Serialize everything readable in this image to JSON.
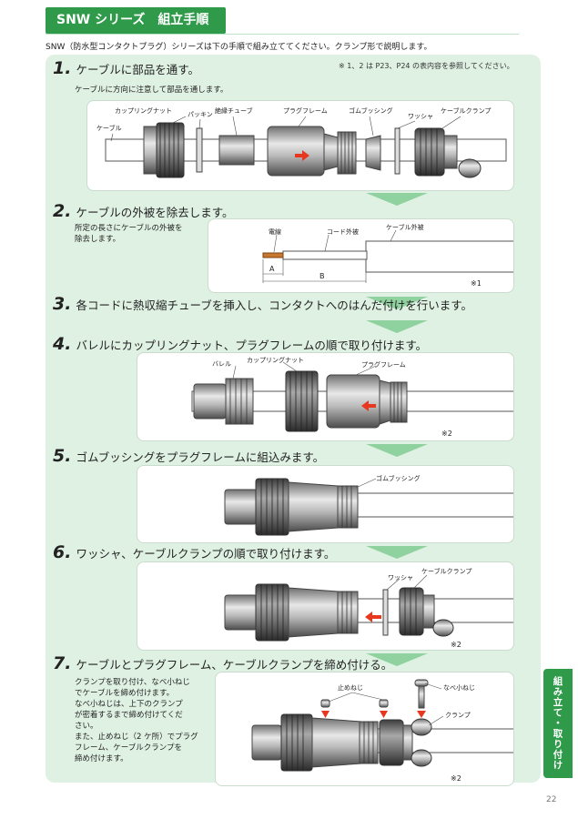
{
  "header": {
    "title": "SNW シリーズ　組立手順"
  },
  "intro": "SNW（防水型コンタクトプラグ）シリーズは下の手順で組み立ててください。クランプ形で説明します。",
  "side_tab": "組み立て・取り付け",
  "page_number": "22",
  "colors": {
    "brand_green": "#2f9a4a",
    "panel_bg": "#dff1e3",
    "arrow_green": "#8fd29f",
    "red_arrow": "#e8361f"
  },
  "step1": {
    "num": "1.",
    "title": "ケーブルに部品を通す。",
    "note": "※ 1、2 は P23、P24 の表内容を参照してください。",
    "sub": "ケーブルに方向に注意して部品を通します。",
    "labels": {
      "coupling_nut": "カップリングナット",
      "packing": "パッキン",
      "insul_tube": "絶縁チューブ",
      "plug_frame": "プラグフレーム",
      "rubber_bushing": "ゴムブッシング",
      "washer": "ワッシャ",
      "cable_clamp": "ケーブルクランプ",
      "cable": "ケーブル"
    }
  },
  "step2": {
    "num": "2.",
    "title": "ケーブルの外被を除去します。",
    "sub1": "所定の長さにケーブルの外被を",
    "sub2": "除去します。",
    "labels": {
      "wire": "電線",
      "cord_sheath": "コード外被",
      "cable_sheath": "ケーブル外被",
      "a": "A",
      "b": "B"
    },
    "note": "※1"
  },
  "step3": {
    "num": "3.",
    "title": "各コードに熱収縮チューブを挿入し、コンタクトへのはんだ付けを行います。"
  },
  "step4": {
    "num": "4.",
    "title": "バレルにカップリングナット、プラグフレームの順で取り付けます。",
    "labels": {
      "barrel": "バレル",
      "coupling_nut": "カップリングナット",
      "plug_frame": "プラグフレーム"
    },
    "note": "※2"
  },
  "step5": {
    "num": "5.",
    "title": "ゴムブッシングをプラグフレームに組込みます。",
    "labels": {
      "rubber_bushing": "ゴムブッシング"
    }
  },
  "step6": {
    "num": "6.",
    "title": "ワッシャ、ケーブルクランプの順で取り付けます。",
    "labels": {
      "washer": "ワッシャ",
      "cable_clamp": "ケーブルクランプ"
    },
    "note": "※2"
  },
  "step7": {
    "num": "7.",
    "title": "ケーブルとプラグフレーム、ケーブルクランプを締め付ける。",
    "sub": [
      "クランプを取り付け、なべ小ねじ",
      "でケーブルを締め付けます。",
      "なべ小ねじは、上下のクランプ",
      "が密着するまで締め付けてくだ",
      "さい。",
      "また、止めねじ（2 ケ所）でプラグ",
      "フレーム、ケーブルクランプを",
      "締め付けます。"
    ],
    "labels": {
      "set_screw": "止めねじ",
      "pan_screw": "なべ小ねじ",
      "clamp": "クランプ"
    },
    "note": "※2"
  }
}
